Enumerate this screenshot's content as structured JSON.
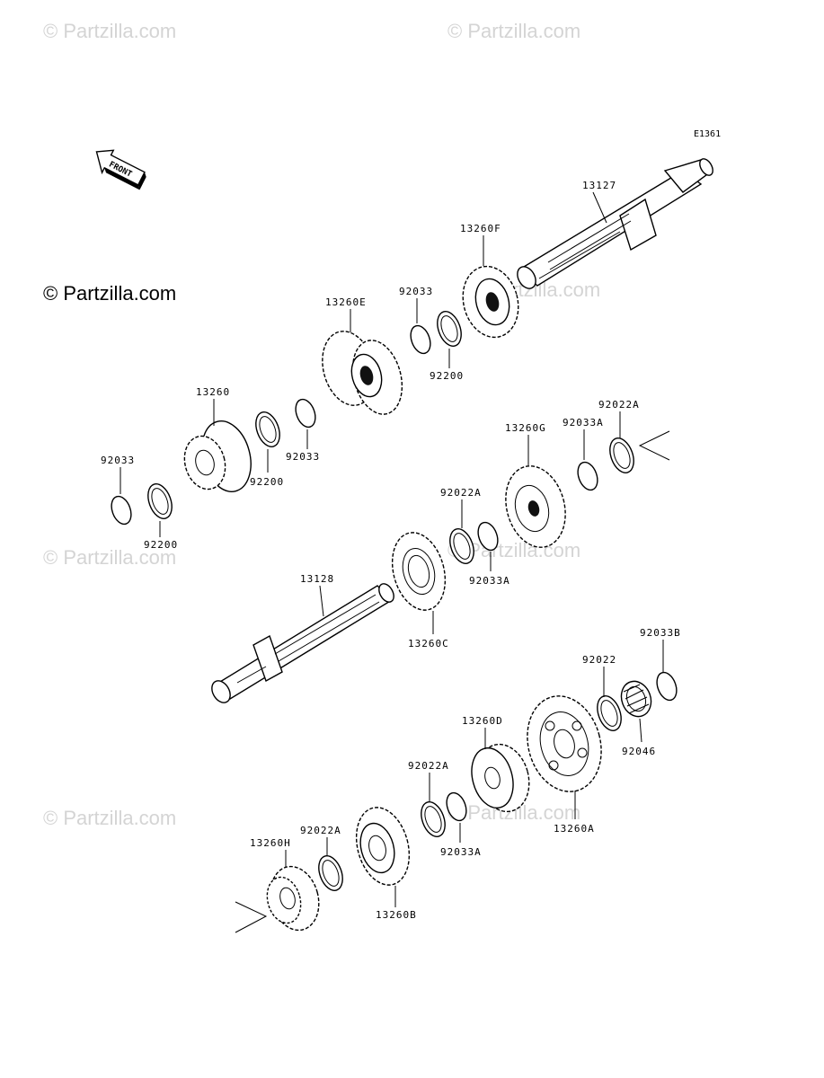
{
  "watermarks": {
    "top_left": "© Partzilla.com",
    "top_right": "© Partzilla.com",
    "main": "© Partzilla.com",
    "mid_left": "© Partzilla.com",
    "mid_right": "© Partzilla.com",
    "center_right": "© Partzilla.com",
    "bottom_left": "© Partzilla.com",
    "bottom_right": "© Partzilla.com"
  },
  "diagram_code": "E1361",
  "front_label": "FRONT",
  "parts": {
    "p13127": "13127",
    "p13260F": "13260F",
    "p92033_a": "92033",
    "p92200_a": "92200",
    "p13260E": "13260E",
    "p13260": "13260",
    "p92200_b": "92200",
    "p92033_b": "92033",
    "p92033_c": "92033",
    "p92200_c": "92200",
    "p92022A_a": "92022A",
    "p92033A_a": "92033A",
    "p13260G": "13260G",
    "p92022A_b": "92022A",
    "p92033A_b": "92033A",
    "p13128": "13128",
    "p13260C": "13260C",
    "p92033B": "92033B",
    "p92022": "92022",
    "p92046": "92046",
    "p13260D": "13260D",
    "p13260A": "13260A",
    "p92022A_c": "92022A",
    "p92033A_c": "92033A",
    "p92022A_d": "92022A",
    "p13260H": "13260H",
    "p13260B": "13260B"
  }
}
